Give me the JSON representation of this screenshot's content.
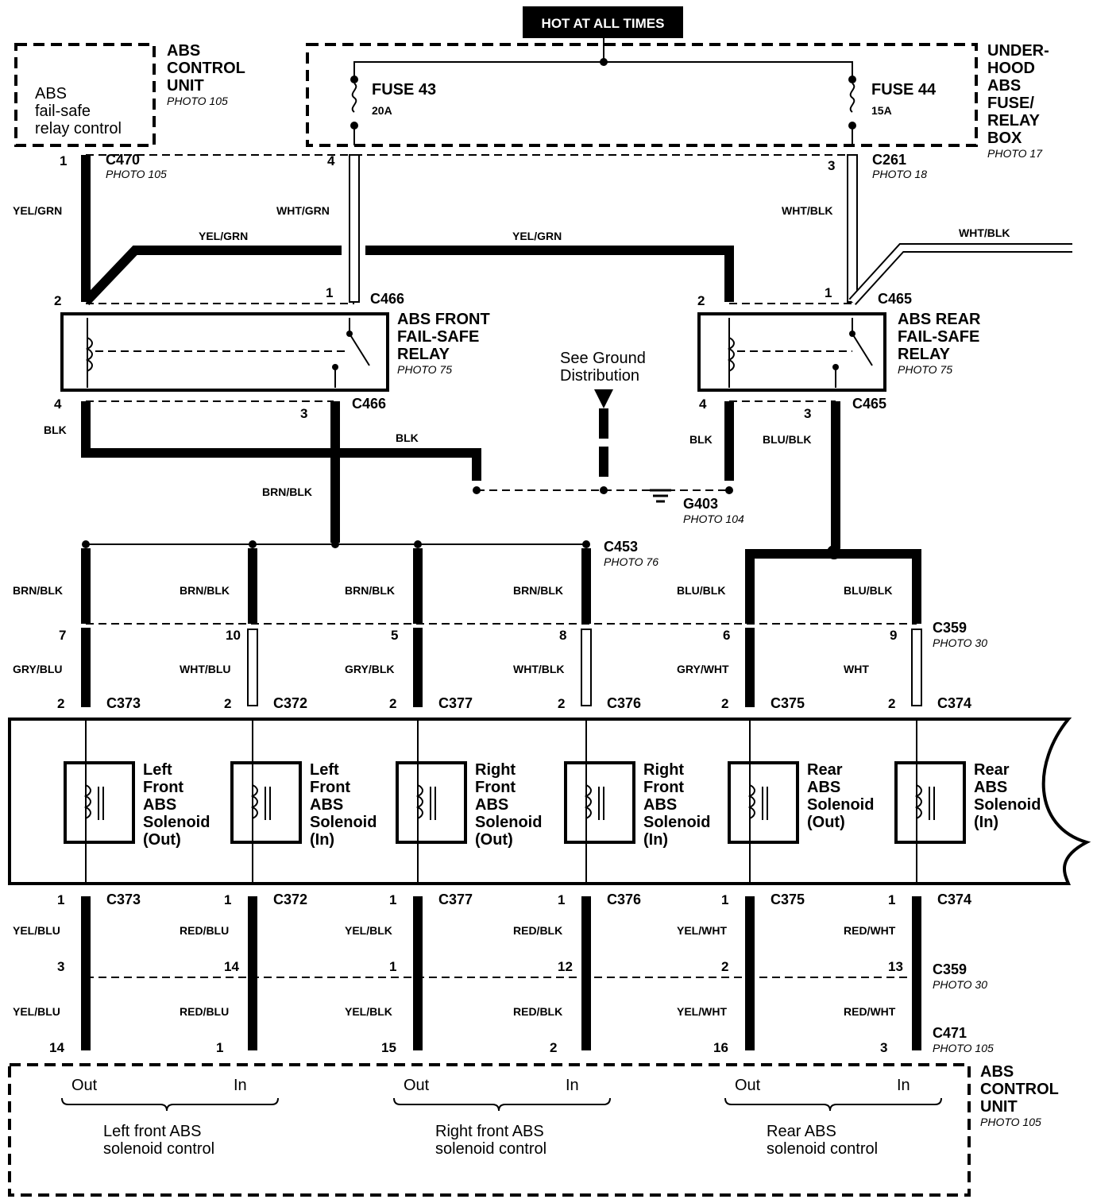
{
  "hot_label": "HOT AT ALL TIMES",
  "abs_top": {
    "title": [
      "ABS",
      "CONTROL",
      "UNIT"
    ],
    "photo": "PHOTO 105",
    "inner": [
      "ABS",
      "fail-safe",
      "relay control"
    ]
  },
  "fusebox": {
    "title": [
      "UNDER-",
      "HOOD",
      "ABS",
      "FUSE/",
      "RELAY",
      "BOX"
    ],
    "photo": "PHOTO 17",
    "fuse43": {
      "name": "FUSE 43",
      "rating": "20A"
    },
    "fuse44": {
      "name": "FUSE 44",
      "rating": "15A"
    }
  },
  "conn": {
    "c470": {
      "name": "C470",
      "photo": "PHOTO 105"
    },
    "c261": {
      "name": "C261",
      "photo": "PHOTO 18"
    },
    "c466": "C466",
    "c465": "C465",
    "c453": {
      "name": "C453",
      "photo": "PHOTO 76"
    },
    "c359": {
      "name": "C359",
      "photo": "PHOTO 30"
    },
    "c471": {
      "name": "C471",
      "photo": "PHOTO 105"
    },
    "g403": {
      "name": "G403",
      "photo": "PHOTO 104"
    }
  },
  "relay_front": {
    "title": [
      "ABS FRONT",
      "FAIL-SAFE",
      "RELAY"
    ],
    "photo": "PHOTO 75"
  },
  "relay_rear": {
    "title": [
      "ABS REAR",
      "FAIL-SAFE",
      "RELAY"
    ],
    "photo": "PHOTO 75"
  },
  "ground_note": [
    "See Ground",
    "Distribution"
  ],
  "wire_labels": {
    "yel_grn": "YEL/GRN",
    "wht_grn": "WHT/GRN",
    "wht_blk": "WHT/BLK",
    "blk": "BLK",
    "brn_blk": "BRN/BLK",
    "blu_blk": "BLU/BLK"
  },
  "pins": {
    "p1": "1",
    "p2": "2",
    "p3": "3",
    "p4": "4"
  },
  "columns": [
    {
      "upper": "BRN/BLK",
      "c359": "7",
      "mid": "GRY/BLU",
      "conn": "C373",
      "sol": [
        "Left",
        "Front",
        "ABS",
        "Solenoid",
        "(Out)"
      ],
      "low1": "YEL/BLU",
      "c359b": "3",
      "low2": "YEL/BLU",
      "c471": "14"
    },
    {
      "upper": "BRN/BLK",
      "c359": "10",
      "mid": "WHT/BLU",
      "conn": "C372",
      "sol": [
        "Left",
        "Front",
        "ABS",
        "Solenoid",
        "(In)"
      ],
      "low1": "RED/BLU",
      "c359b": "14",
      "low2": "RED/BLU",
      "c471": "1"
    },
    {
      "upper": "BRN/BLK",
      "c359": "5",
      "mid": "GRY/BLK",
      "conn": "C377",
      "sol": [
        "Right",
        "Front",
        "ABS",
        "Solenoid",
        "(Out)"
      ],
      "low1": "YEL/BLK",
      "c359b": "1",
      "low2": "YEL/BLK",
      "c471": "15"
    },
    {
      "upper": "BRN/BLK",
      "c359": "8",
      "mid": "WHT/BLK",
      "conn": "C376",
      "sol": [
        "Right",
        "Front",
        "ABS",
        "Solenoid",
        "(In)"
      ],
      "low1": "RED/BLK",
      "c359b": "12",
      "low2": "RED/BLK",
      "c471": "2"
    },
    {
      "upper": "BLU/BLK",
      "c359": "6",
      "mid": "GRY/WHT",
      "conn": "C375",
      "sol": [
        "Rear",
        "ABS",
        "Solenoid",
        "(Out)"
      ],
      "low1": "YEL/WHT",
      "c359b": "2",
      "low2": "YEL/WHT",
      "c471": "16"
    },
    {
      "upper": "BLU/BLK",
      "c359": "9",
      "mid": "WHT",
      "conn": "C374",
      "sol": [
        "Rear",
        "ABS",
        "Solenoid",
        "(In)"
      ],
      "low1": "RED/WHT",
      "c359b": "13",
      "low2": "RED/WHT",
      "c471": "3"
    }
  ],
  "abs_bottom": {
    "title": [
      "ABS",
      "CONTROL",
      "UNIT"
    ],
    "photo": "PHOTO 105",
    "groups": [
      {
        "out": "Out",
        "in": "In",
        "label": [
          "Left front ABS",
          "solenoid control"
        ]
      },
      {
        "out": "Out",
        "in": "In",
        "label": [
          "Right front ABS",
          "solenoid control"
        ]
      },
      {
        "out": "Out",
        "in": "In",
        "label": [
          "Rear ABS",
          "solenoid control"
        ]
      }
    ]
  }
}
